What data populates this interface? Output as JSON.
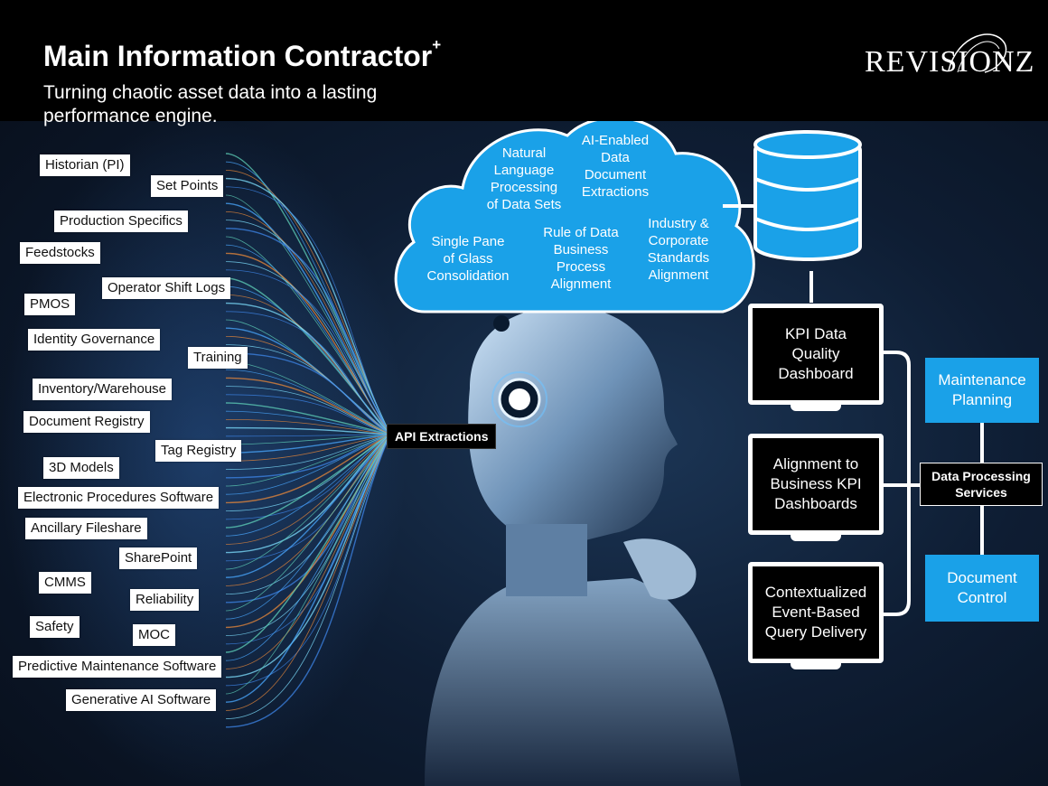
{
  "header": {
    "title": "Main Information Contractor",
    "title_sup": "+",
    "subtitle": "Turning chaotic asset data into a lasting performance engine.",
    "logo": "REVISIONZ"
  },
  "sources": [
    "Historian (PI)",
    "Set Points",
    "Production Specifics",
    "Feedstocks",
    "Operator Shift Logs",
    "PMOS",
    "Identity Governance",
    "Training",
    "Inventory/Warehouse",
    "Document Registry",
    "Tag Registry",
    "3D Models",
    "Electronic Procedures Software",
    "Ancillary Fileshare",
    "SharePoint",
    "CMMS",
    "Reliability",
    "Safety",
    "MOC",
    "Predictive Maintenance Software",
    "Generative AI Software"
  ],
  "api_label": "API Extractions",
  "cloud": [
    "Natural\nLanguage\nProcessing\nof Data Sets",
    "AI-Enabled\nData\nDocument\nExtractions",
    "Single Pane\nof Glass\nConsolidation",
    "Rule of Data\nBusiness\nProcess\nAlignment",
    "Industry &\nCorporate\nStandards\nAlignment"
  ],
  "monitors": [
    "KPI Data\nQuality\nDashboard",
    "Alignment to\nBusiness KPI\nDashboards",
    "Contextualized\nEvent-Based\nQuery Delivery"
  ],
  "services": {
    "hub": "Data Processing\nServices",
    "top": "Maintenance\nPlanning",
    "bottom": "Document\nControl"
  },
  "colors": {
    "accent_blue": "#1aa1e8",
    "header_bg": "#000000",
    "fiber_teal": "#5fd0b8",
    "fiber_orange": "#e8883a"
  },
  "icons": [
    "database-icon",
    "cloud-icon",
    "robot-head-icon",
    "monitor-icon"
  ]
}
